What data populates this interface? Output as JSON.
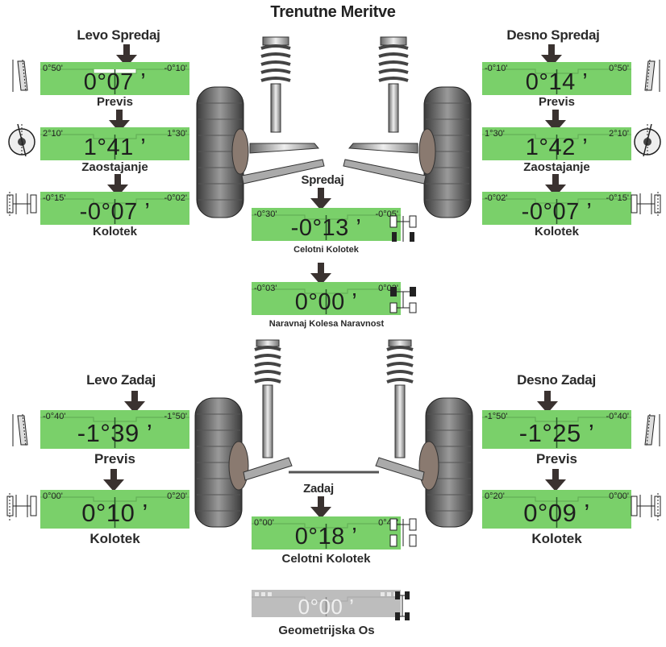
{
  "title": "Trenutne Meritve",
  "colors": {
    "gauge_green": "#7ad06a",
    "gauge_gray": "#bdbdbd",
    "arrow": "#3a3230"
  },
  "left_front": {
    "title": "Levo Spredaj",
    "toe": {
      "min": "0°50'",
      "max": "-0°10'",
      "value": "0°07 ’",
      "label": "Previs"
    },
    "caster": {
      "min": "2°10'",
      "max": "1°30'",
      "value": "1°41 ’",
      "label": "Zaostajanje"
    },
    "camber": {
      "min": "-0°15'",
      "max": "-0°02'",
      "value": "-0°07 ’",
      "label": "Kolotek"
    }
  },
  "right_front": {
    "title": "Desno Spredaj",
    "toe": {
      "min": "-0°10'",
      "max": "0°50'",
      "value": "0°14 ’",
      "label": "Previs"
    },
    "caster": {
      "min": "1°30'",
      "max": "2°10'",
      "value": "1°42 ’",
      "label": "Zaostajanje"
    },
    "camber": {
      "min": "-0°02'",
      "max": "-0°15'",
      "value": "-0°07 ’",
      "label": "Kolotek"
    }
  },
  "front_center": {
    "title": "Spredaj",
    "total": {
      "min": "-0°30'",
      "max": "-0°05'",
      "value": "-0°13 ’",
      "label": "Celotni Kolotek"
    },
    "straight": {
      "min": "-0°03'",
      "max": "0°03'",
      "value": "0°00 ’",
      "label": "Naravnaj Kolesa Naravnost"
    }
  },
  "left_rear": {
    "title": "Levo Zadaj",
    "toe": {
      "min": "-0°40'",
      "max": "-1°50'",
      "value": "-1°39 ’",
      "label": "Previs"
    },
    "camber": {
      "min": "0°00'",
      "max": "0°20'",
      "value": "0°10 ’",
      "label": "Kolotek"
    }
  },
  "right_rear": {
    "title": "Desno Zadaj",
    "toe": {
      "min": "-1°50'",
      "max": "-0°40'",
      "value": "-1°25 ’",
      "label": "Previs"
    },
    "camber": {
      "min": "0°20'",
      "max": "0°00'",
      "value": "0°09 ’",
      "label": "Kolotek"
    }
  },
  "rear_center": {
    "title": "Zadaj",
    "total": {
      "min": "0°00'",
      "max": "0°40'",
      "value": "0°18 ’",
      "label": "Celotni Kolotek"
    },
    "thrust": {
      "value": "0°00 ’",
      "label": "Geometrijska Os"
    }
  }
}
